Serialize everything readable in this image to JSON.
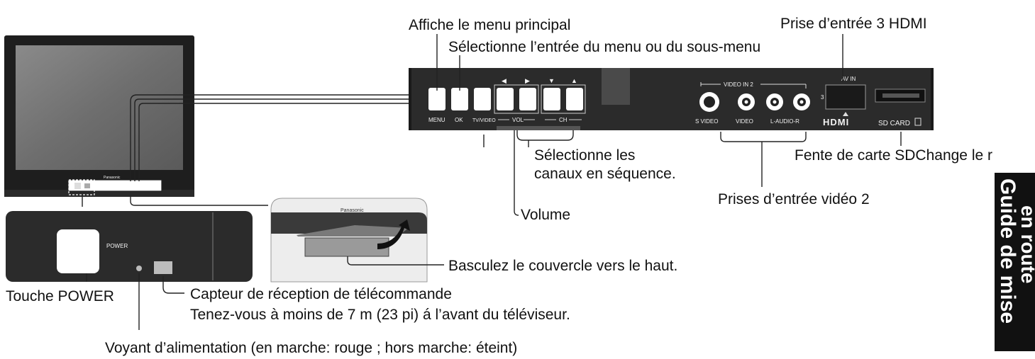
{
  "labels": {
    "main_menu": "Affiche le menu principal",
    "select_menu": "Sélectionne l’entrée du menu ou du sous-menu",
    "hdmi3": "Prise d’entrée 3 HDMI",
    "channels_l1": "Sélectionne les",
    "channels_l2": "canaux en séquence.",
    "sd_slot": "Fente de carte SDChange le r",
    "video2": "Prises d’entrée vidéo 2",
    "volume": "Volume",
    "cover": "Basculez le couvercle vers le haut.",
    "power_button": "Touche POWER",
    "sensor_l1": "Capteur de réception de télécommande",
    "sensor_l2": "Tenez-vous à moins de 7 m (23 pi) á l’avant du téléviseur.",
    "power_led": "Voyant d’alimentation (en marche:  rouge ; hors marche:  éteint)"
  },
  "side_tab": {
    "line1": "Guide de mise",
    "line2": "en route"
  },
  "panel_text": {
    "menu": "MENU",
    "ok": "OK",
    "tv_video": "TV/VIDEO",
    "vol": "VOL",
    "ch": "CH",
    "video_in_2": "VIDEO IN 2",
    "s_video": "S VIDEO",
    "video": "VIDEO",
    "l_audio_r": "L-AUDIO-R",
    "av_in": "AV IN",
    "hdmi_num": "3",
    "hdmi_logo": "HDMI",
    "sd_card": "SD CARD",
    "power": "POWER",
    "brand": "Panasonic"
  },
  "icons": {
    "left_arrow": "◀",
    "right_arrow": "▶",
    "down_arrow": "▼",
    "up_arrow": "▲"
  },
  "colors": {
    "panel": "#2b2b2b",
    "tab": "#111111",
    "screen": "#6a6a6a"
  }
}
